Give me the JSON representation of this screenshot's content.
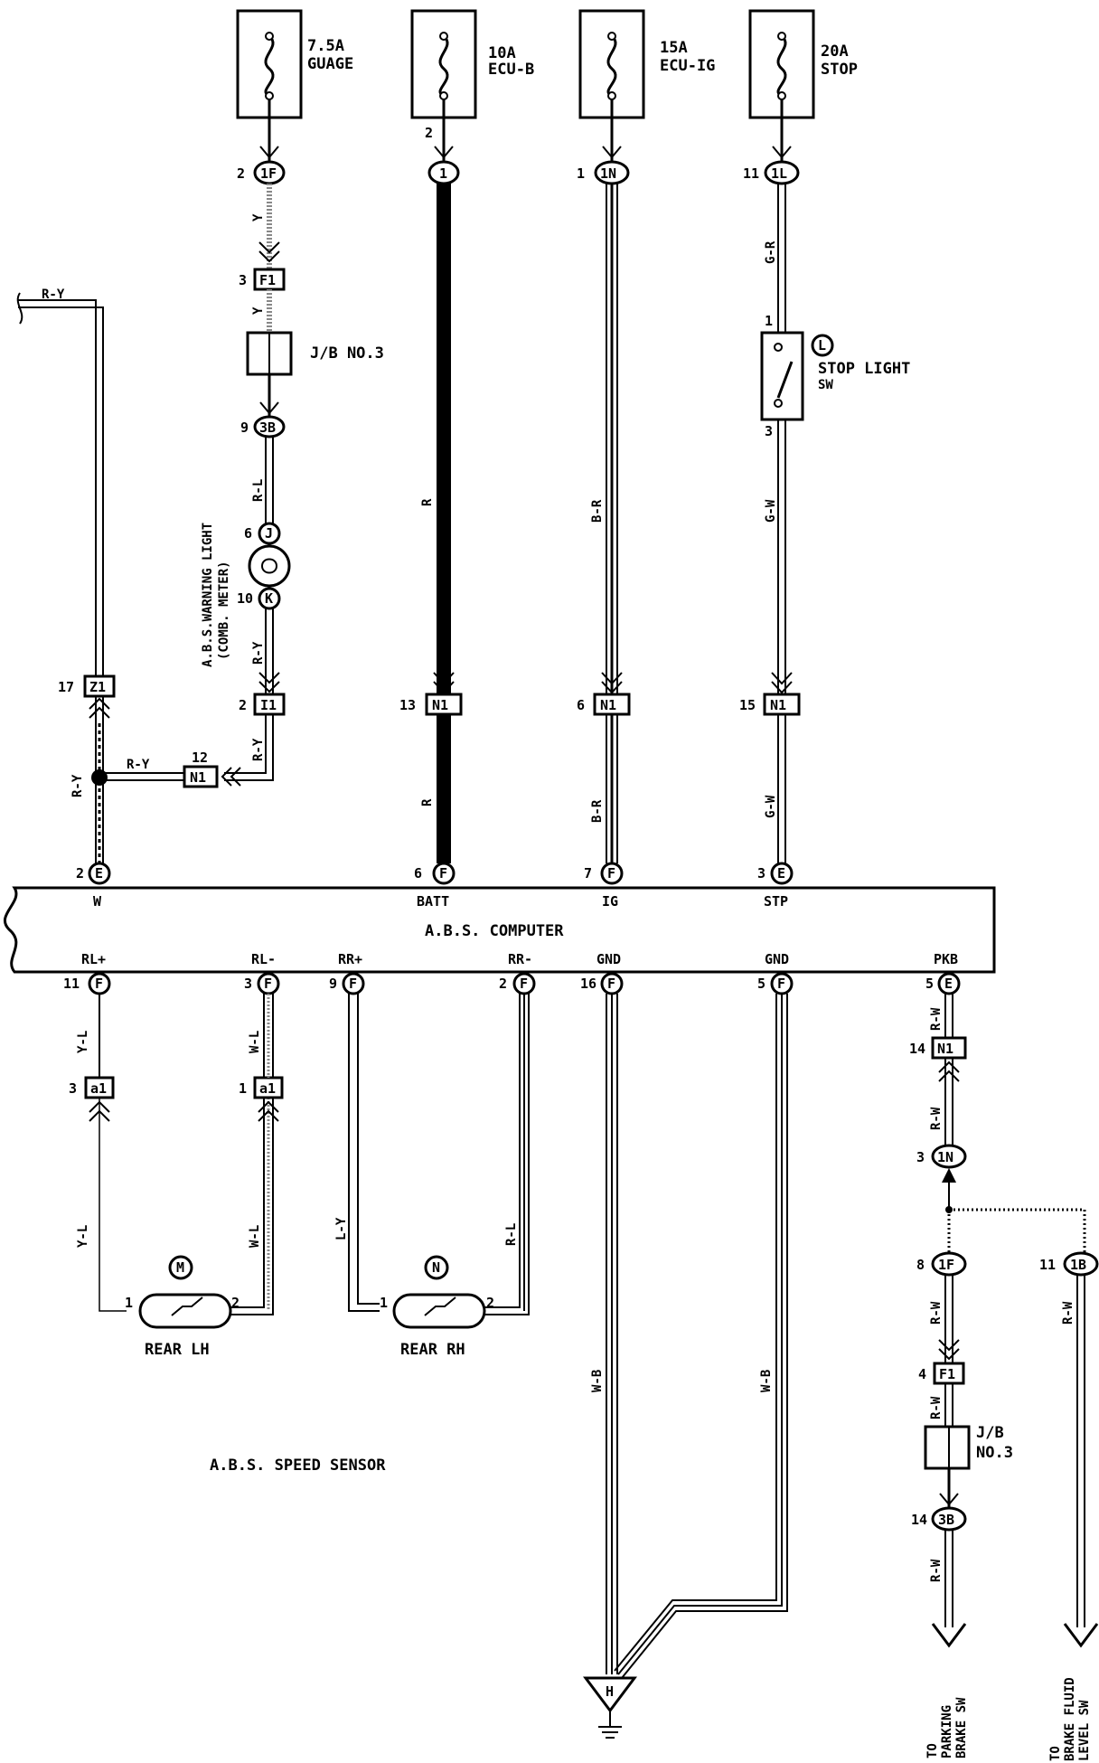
{
  "fuses": [
    {
      "amp": "7.5A",
      "name": "GUAGE"
    },
    {
      "amp": "10A",
      "name": "ECU-B"
    },
    {
      "amp": "15A",
      "name": "ECU-IG"
    },
    {
      "amp": "20A",
      "name": "STOP"
    }
  ],
  "connectors": {
    "c_1f_top": {
      "pin": "2",
      "id": "1F"
    },
    "c_1_top": {
      "pin": "2",
      "id": "1"
    },
    "c_1n_top": {
      "pin": "1",
      "id": "1N"
    },
    "c_1l_top": {
      "pin": "11",
      "id": "1L"
    },
    "c_f1_top": {
      "pin": "3",
      "id": "F1"
    },
    "c_3b_top": {
      "pin": "9",
      "id": "3B"
    },
    "c_j": {
      "pin": "6",
      "id": "J"
    },
    "c_k": {
      "pin": "10",
      "id": "K"
    },
    "c_z1": {
      "pin": "17",
      "id": "Z1"
    },
    "c_i1": {
      "pin": "2",
      "id": "I1"
    },
    "c_n1_junction": {
      "pin": "12",
      "id": "N1"
    },
    "c_n1_batt": {
      "pin": "13",
      "id": "N1"
    },
    "c_n1_ig": {
      "pin": "6",
      "id": "N1"
    },
    "c_n1_stp": {
      "pin": "15",
      "id": "N1"
    },
    "c_sw_in": {
      "pin": "1"
    },
    "c_sw_out": {
      "pin": "3"
    },
    "c_e_w": {
      "pin": "2",
      "id": "E"
    },
    "c_f_batt": {
      "pin": "6",
      "id": "F"
    },
    "c_f_ig": {
      "pin": "7",
      "id": "F"
    },
    "c_e_stp": {
      "pin": "3",
      "id": "E"
    },
    "c_f_rlp": {
      "pin": "11",
      "id": "F"
    },
    "c_f_rlm": {
      "pin": "3",
      "id": "F"
    },
    "c_f_rrp": {
      "pin": "9",
      "id": "F"
    },
    "c_f_rrm": {
      "pin": "2",
      "id": "F"
    },
    "c_f_gnd1": {
      "pin": "16",
      "id": "F"
    },
    "c_f_gnd2": {
      "pin": "5",
      "id": "F"
    },
    "c_e_pkb": {
      "pin": "5",
      "id": "E"
    },
    "c_a1_left": {
      "pin": "3",
      "id": "a1"
    },
    "c_a1_right": {
      "pin": "1",
      "id": "a1"
    },
    "c_n1_pkb": {
      "pin": "14",
      "id": "N1"
    },
    "c_1n_pkb": {
      "pin": "3",
      "id": "1N"
    },
    "c_1f_pkb": {
      "pin": "8",
      "id": "1F"
    },
    "c_1b_pkb": {
      "pin": "11",
      "id": "1B"
    },
    "c_f1_pkb": {
      "pin": "4",
      "id": "F1"
    },
    "c_3b_pkb": {
      "pin": "14",
      "id": "3B"
    },
    "lh_pin1": {
      "pin": "1"
    },
    "lh_pin2": {
      "pin": "2"
    },
    "rh_pin1": {
      "pin": "1"
    },
    "rh_pin2": {
      "pin": "2"
    }
  },
  "wires": {
    "y1": "Y",
    "y2": "Y",
    "ry_top": "R-Y",
    "rl": "R-L",
    "ry_k": "R-Y",
    "ry_i1": "R-Y",
    "ry_junction": "R-Y",
    "ry_left": "R-Y",
    "r1": "R",
    "r2": "R",
    "br1": "B-R",
    "br2": "B-R",
    "gr": "G-R",
    "gw1": "G-W",
    "gw2": "G-W",
    "yl1": "Y-L",
    "yl2": "Y-L",
    "wl1": "W-L",
    "wl2": "W-L",
    "ly": "L-Y",
    "rl2": "R-L",
    "wb1": "W-B",
    "wb2": "W-B",
    "rw1": "R-W",
    "rw2": "R-W",
    "rw3": "R-W",
    "rw4": "R-W",
    "rw5": "R-W",
    "rw6": "R-W"
  },
  "components": {
    "jb3_label": "J/B NO.3",
    "jb3_bottom_line1": "J/B",
    "jb3_bottom_line2": "NO.3",
    "stop_switch_id": "L",
    "stop_switch_line1": "STOP LIGHT",
    "stop_switch_line2": "SW",
    "warning_line1": "A.B.S.WARNING LIGHT",
    "warning_line2": "(COMB. METER)",
    "computer_title": "A.B.S. COMPUTER",
    "computer_pins_top": [
      "W",
      "BATT",
      "IG",
      "STP"
    ],
    "computer_pins_bottom": [
      "RL+",
      "RL-",
      "RR+",
      "RR-",
      "GND",
      "GND",
      "PKB"
    ],
    "sensor_lh_id": "M",
    "sensor_lh_label": "REAR LH",
    "sensor_rh_id": "N",
    "sensor_rh_label": "REAR RH",
    "sensor_title": "A.B.S. SPEED SENSOR",
    "ground_id": "H",
    "to_parking": [
      "TO",
      "PARKING",
      "BRAKE SW"
    ],
    "to_fluid": [
      "TO",
      "BRAKE FLUID",
      "LEVEL SW"
    ]
  }
}
